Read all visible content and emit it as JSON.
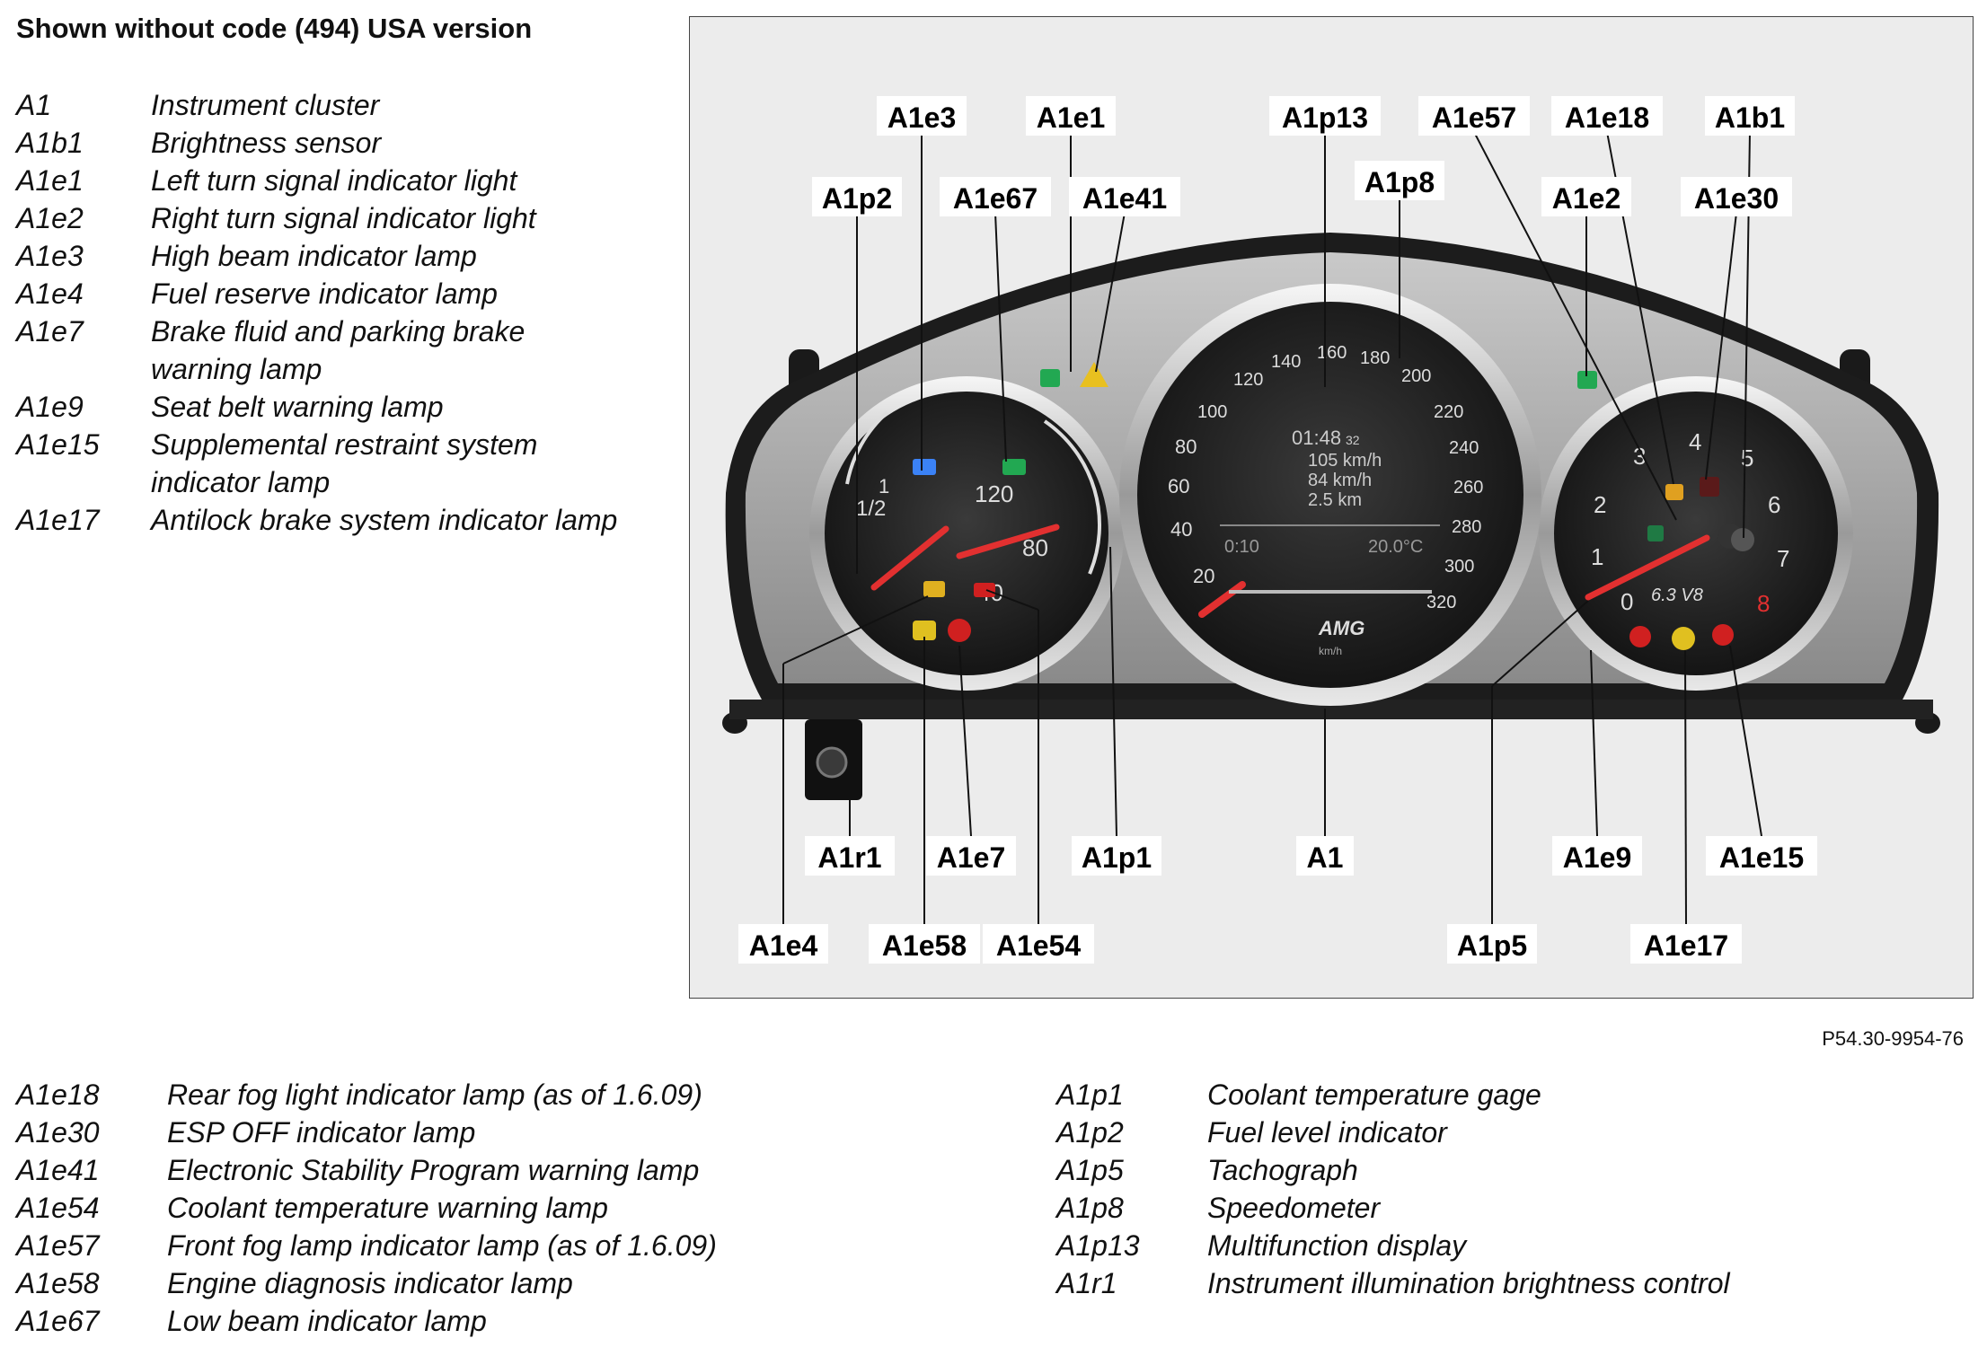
{
  "title": "Shown without code (494) USA version",
  "legend_top": [
    {
      "code": "A1",
      "desc": "Instrument cluster"
    },
    {
      "code": "A1b1",
      "desc": "Brightness sensor"
    },
    {
      "code": "A1e1",
      "desc": "Left turn signal indicator light"
    },
    {
      "code": "A1e2",
      "desc": "Right turn signal indicator light"
    },
    {
      "code": "A1e3",
      "desc": "High beam indicator lamp"
    },
    {
      "code": "A1e4",
      "desc": "Fuel reserve indicator lamp"
    },
    {
      "code": "A1e7",
      "desc": "Brake fluid and parking brake warning lamp"
    },
    {
      "code": "A1e9",
      "desc": "Seat belt warning lamp"
    },
    {
      "code": "A1e15",
      "desc": "Supplemental restraint system indicator lamp"
    },
    {
      "code": "A1e17",
      "desc": "Antilock brake system indicator lamp"
    }
  ],
  "legend_bottom_left": [
    {
      "code": "A1e18",
      "desc": "Rear fog light indicator lamp (as of 1.6.09)"
    },
    {
      "code": "A1e30",
      "desc": "ESP OFF indicator lamp"
    },
    {
      "code": "A1e41",
      "desc": "Electronic Stability Program warning lamp"
    },
    {
      "code": "A1e54",
      "desc": "Coolant temperature warning lamp"
    },
    {
      "code": "A1e57",
      "desc": "Front fog lamp indicator lamp (as of 1.6.09)"
    },
    {
      "code": "A1e58",
      "desc": "Engine diagnosis indicator lamp"
    },
    {
      "code": "A1e67",
      "desc": "Low beam indicator lamp"
    }
  ],
  "legend_bottom_right": [
    {
      "code": "A1p1",
      "desc": "Coolant temperature gage"
    },
    {
      "code": "A1p2",
      "desc": "Fuel level indicator"
    },
    {
      "code": "A1p5",
      "desc": "Tachograph"
    },
    {
      "code": "A1p8",
      "desc": "Speedometer"
    },
    {
      "code": "A1p13",
      "desc": "Multifunction display"
    },
    {
      "code": "A1r1",
      "desc": "Instrument illumination brightness control"
    }
  ],
  "callouts": {
    "A1e3": "A1e3",
    "A1e1": "A1e1",
    "A1p13": "A1p13",
    "A1e57": "A1e57",
    "A1e18": "A1e18",
    "A1b1": "A1b1",
    "A1p2": "A1p2",
    "A1e67": "A1e67",
    "A1e41": "A1e41",
    "A1p8": "A1p8",
    "A1e2": "A1e2",
    "A1e30": "A1e30",
    "A1r1": "A1r1",
    "A1e7": "A1e7",
    "A1p1": "A1p1",
    "A1": "A1",
    "A1e9": "A1e9",
    "A1e15": "A1e15",
    "A1e4": "A1e4",
    "A1e58": "A1e58",
    "A1e54": "A1e54",
    "A1p5": "A1p5",
    "A1e17": "A1e17"
  },
  "cluster": {
    "speedo_ticks": [
      "20",
      "40",
      "60",
      "80",
      "100",
      "120",
      "140",
      "160",
      "180",
      "200",
      "220",
      "240",
      "260",
      "280",
      "300",
      "320"
    ],
    "display_time": "01:48",
    "display_time_sec": "32",
    "display_line1": "105 km/h",
    "display_line2": "84 km/h",
    "display_line3": "2.5 km",
    "display_trip": "0:10",
    "display_temp": "20.0°C",
    "brand": "AMG",
    "unit": "km/h",
    "left_gauge_ticks": [
      "40",
      "80",
      "120"
    ],
    "left_gauge_fuel": [
      "1",
      "1/2"
    ],
    "tacho_ticks": [
      "0",
      "1",
      "2",
      "3",
      "4",
      "5",
      "6",
      "7",
      "8"
    ],
    "tacho_label": "6.3 V8"
  },
  "figure_ref": "P54.30-9954-76"
}
